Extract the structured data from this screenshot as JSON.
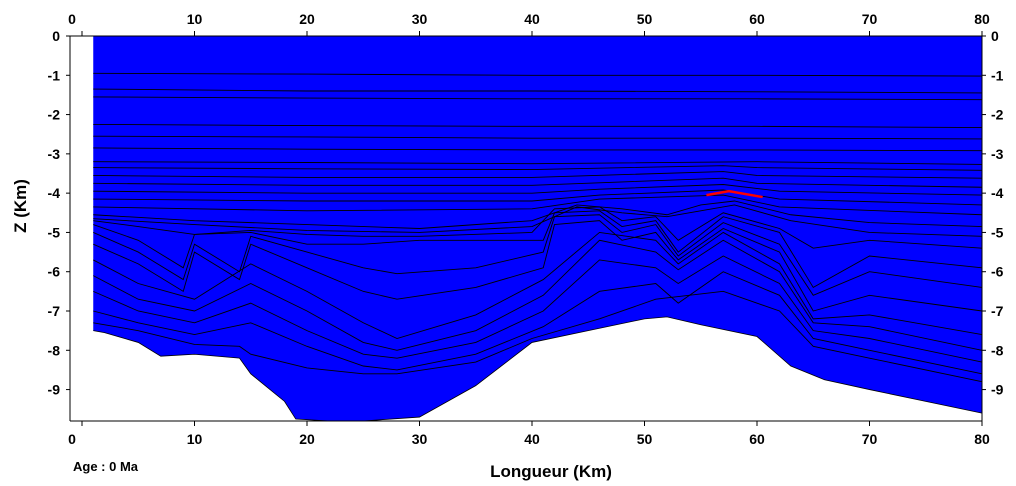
{
  "chart_data": {
    "type": "area",
    "title": "",
    "xlabel": "Longueur (Km)",
    "ylabel": "Z (Km)",
    "annotation": "Age : 0 Ma",
    "xlim": [
      0,
      80
    ],
    "ylim": [
      -9.8,
      0
    ],
    "x_ticks": [
      0,
      10,
      20,
      30,
      40,
      50,
      60,
      70,
      80
    ],
    "x_tick_labels": [
      "0",
      "10",
      "20",
      "30",
      "40",
      "50",
      "60",
      "70",
      "80"
    ],
    "y_ticks": [
      0,
      -1,
      -2,
      -3,
      -4,
      -5,
      -6,
      -7,
      -8,
      -9
    ],
    "y_tick_labels": [
      "0",
      "-1",
      "-2",
      "-3",
      "-4",
      "-5",
      "-6",
      "-7",
      "-8",
      "-9"
    ],
    "colors": {
      "fill": "#0000ff",
      "horizon": "#000000",
      "highlight": "#ff0000",
      "background": "#ffffff"
    },
    "basement": {
      "x": [
        1,
        2,
        5,
        7,
        10,
        14,
        15,
        18,
        19,
        22,
        25,
        30,
        35,
        40,
        45,
        50,
        52,
        55,
        60,
        63,
        66,
        70,
        75,
        80
      ],
      "z": [
        -7.5,
        -7.55,
        -7.8,
        -8.15,
        -8.1,
        -8.2,
        -8.6,
        -9.3,
        -9.75,
        -9.8,
        -9.8,
        -9.7,
        -8.9,
        -7.8,
        -7.5,
        -7.2,
        -7.15,
        -7.35,
        -7.65,
        -8.4,
        -8.75,
        -9.0,
        -9.3,
        -9.6
      ]
    },
    "horizons": [
      {
        "x": [
          1,
          20,
          40,
          60,
          80
        ],
        "z": [
          -0.95,
          -0.97,
          -1.0,
          -1.0,
          -1.02
        ]
      },
      {
        "x": [
          1,
          20,
          40,
          60,
          80
        ],
        "z": [
          -1.35,
          -1.4,
          -1.4,
          -1.42,
          -1.45
        ]
      },
      {
        "x": [
          1,
          20,
          40,
          60,
          80
        ],
        "z": [
          -1.55,
          -1.58,
          -1.6,
          -1.6,
          -1.62
        ]
      },
      {
        "x": [
          1,
          20,
          40,
          60,
          80
        ],
        "z": [
          -2.25,
          -2.28,
          -2.3,
          -2.3,
          -2.33
        ]
      },
      {
        "x": [
          1,
          20,
          40,
          60,
          80
        ],
        "z": [
          -2.55,
          -2.57,
          -2.6,
          -2.6,
          -2.62
        ]
      },
      {
        "x": [
          1,
          20,
          40,
          60,
          80
        ],
        "z": [
          -2.85,
          -2.88,
          -2.9,
          -2.9,
          -2.92
        ]
      },
      {
        "x": [
          1,
          20,
          40,
          60,
          80
        ],
        "z": [
          -3.2,
          -3.22,
          -3.25,
          -3.2,
          -3.27
        ]
      },
      {
        "x": [
          1,
          20,
          40,
          57,
          60,
          80
        ],
        "z": [
          -3.35,
          -3.38,
          -3.4,
          -3.3,
          -3.35,
          -3.42
        ]
      },
      {
        "x": [
          1,
          20,
          40,
          57,
          60,
          80
        ],
        "z": [
          -3.55,
          -3.6,
          -3.6,
          -3.45,
          -3.55,
          -3.62
        ]
      },
      {
        "x": [
          1,
          20,
          40,
          57,
          60,
          80
        ],
        "z": [
          -3.75,
          -3.8,
          -3.8,
          -3.62,
          -3.75,
          -3.85
        ]
      },
      {
        "x": [
          1,
          20,
          40,
          46,
          57,
          62,
          80
        ],
        "z": [
          -3.95,
          -4.0,
          -4.0,
          -3.9,
          -3.78,
          -3.95,
          -4.05
        ]
      },
      {
        "x": [
          1,
          20,
          40,
          46,
          57,
          62,
          80
        ],
        "z": [
          -4.15,
          -4.2,
          -4.2,
          -4.05,
          -3.92,
          -4.15,
          -4.3
        ]
      },
      {
        "x": [
          1,
          20,
          40,
          46,
          57,
          62,
          80
        ],
        "z": [
          -4.35,
          -4.45,
          -4.4,
          -4.15,
          -4.05,
          -4.35,
          -4.55
        ]
      },
      {
        "x": [
          1,
          10,
          20,
          30,
          40,
          44,
          48,
          52,
          55,
          58,
          63,
          70,
          80
        ],
        "z": [
          -4.55,
          -4.7,
          -4.8,
          -4.9,
          -4.7,
          -4.3,
          -4.4,
          -4.55,
          -4.3,
          -4.2,
          -4.55,
          -4.75,
          -4.85
        ]
      },
      {
        "x": [
          1,
          10,
          20,
          30,
          40,
          44,
          48,
          52,
          55,
          58,
          63,
          70,
          80
        ],
        "z": [
          -4.65,
          -4.8,
          -4.95,
          -5.0,
          -4.85,
          -4.35,
          -4.5,
          -4.6,
          -4.45,
          -4.3,
          -4.7,
          -5.0,
          -5.1
        ]
      },
      {
        "x": [
          1,
          5,
          10,
          15,
          20,
          25,
          30,
          40,
          42,
          46,
          48,
          51,
          53,
          57,
          62,
          65,
          70,
          80
        ],
        "z": [
          -4.7,
          -4.85,
          -5.05,
          -4.95,
          -5.05,
          -5.1,
          -5.1,
          -5.0,
          -4.4,
          -4.35,
          -4.7,
          -4.6,
          -5.2,
          -4.5,
          -4.9,
          -5.4,
          -5.2,
          -5.4
        ]
      },
      {
        "x": [
          1,
          5,
          9,
          10,
          15,
          20,
          25,
          30,
          41,
          42,
          46,
          48,
          51,
          53,
          57,
          62,
          65,
          70,
          80
        ],
        "z": [
          -4.8,
          -5.2,
          -5.9,
          -5.05,
          -5.0,
          -5.3,
          -5.3,
          -5.2,
          -5.2,
          -4.5,
          -4.45,
          -4.85,
          -4.7,
          -5.5,
          -4.6,
          -5.0,
          -6.4,
          -5.6,
          -5.9
        ]
      },
      {
        "x": [
          1,
          5,
          9,
          10,
          14,
          15,
          20,
          25,
          28,
          35,
          41,
          42,
          46,
          48,
          51,
          53,
          57,
          62,
          65,
          70,
          80
        ],
        "z": [
          -5.0,
          -5.5,
          -6.2,
          -5.3,
          -6.0,
          -5.1,
          -5.5,
          -5.9,
          -6.05,
          -5.9,
          -5.5,
          -4.6,
          -4.55,
          -5.0,
          -4.8,
          -5.6,
          -4.75,
          -5.3,
          -6.6,
          -6.0,
          -6.4
        ]
      },
      {
        "x": [
          1,
          5,
          9,
          10,
          14,
          15,
          20,
          25,
          28,
          35,
          41,
          42,
          46,
          48,
          51,
          53,
          57,
          62,
          65,
          70,
          80
        ],
        "z": [
          -5.3,
          -5.8,
          -6.5,
          -5.5,
          -6.2,
          -5.3,
          -5.9,
          -6.5,
          -6.7,
          -6.4,
          -5.9,
          -4.8,
          -4.7,
          -5.2,
          -5.0,
          -5.7,
          -4.9,
          -5.5,
          -7.0,
          -6.6,
          -7.0
        ]
      },
      {
        "x": [
          1,
          5,
          10,
          15,
          20,
          25,
          28,
          35,
          41,
          46,
          51,
          53,
          57,
          62,
          65,
          70,
          80
        ],
        "z": [
          -5.7,
          -6.3,
          -6.7,
          -5.8,
          -6.5,
          -7.3,
          -7.7,
          -7.1,
          -6.2,
          -5.0,
          -5.2,
          -5.8,
          -5.0,
          -5.8,
          -7.2,
          -7.1,
          -7.6
        ]
      },
      {
        "x": [
          1,
          5,
          10,
          15,
          20,
          25,
          28,
          35,
          41,
          46,
          51,
          53,
          57,
          62,
          65,
          70,
          80
        ],
        "z": [
          -6.1,
          -6.7,
          -7.0,
          -6.3,
          -7.0,
          -7.8,
          -8.0,
          -7.5,
          -6.6,
          -5.2,
          -5.5,
          -5.95,
          -5.2,
          -6.0,
          -7.3,
          -7.4,
          -8.0
        ]
      },
      {
        "x": [
          1,
          5,
          10,
          15,
          20,
          25,
          28,
          35,
          41,
          46,
          51,
          53,
          57,
          62,
          65,
          70,
          80
        ],
        "z": [
          -6.5,
          -7.0,
          -7.3,
          -6.8,
          -7.5,
          -8.1,
          -8.2,
          -7.8,
          -7.0,
          -5.7,
          -5.9,
          -6.3,
          -5.6,
          -6.3,
          -7.5,
          -7.7,
          -8.3
        ]
      },
      {
        "x": [
          1,
          5,
          10,
          15,
          20,
          25,
          28,
          35,
          41,
          46,
          51,
          53,
          57,
          62,
          65,
          70,
          80
        ],
        "z": [
          -7.0,
          -7.3,
          -7.6,
          -7.3,
          -7.9,
          -8.4,
          -8.5,
          -8.1,
          -7.4,
          -6.5,
          -6.3,
          -6.8,
          -6.0,
          -6.6,
          -7.7,
          -8.0,
          -8.6
        ]
      },
      {
        "x": [
          1,
          5,
          10,
          14,
          15,
          20,
          25,
          28,
          35,
          40,
          46,
          51,
          57,
          62,
          65,
          70,
          80
        ],
        "z": [
          -7.3,
          -7.5,
          -7.85,
          -7.9,
          -8.1,
          -8.45,
          -8.6,
          -8.6,
          -8.3,
          -7.7,
          -7.2,
          -6.7,
          -6.5,
          -7.0,
          -7.9,
          -8.2,
          -8.8
        ]
      }
    ],
    "highlight_segment": {
      "x": [
        55.5,
        57.5,
        60.5
      ],
      "z": [
        -4.05,
        -3.95,
        -4.1
      ]
    }
  }
}
